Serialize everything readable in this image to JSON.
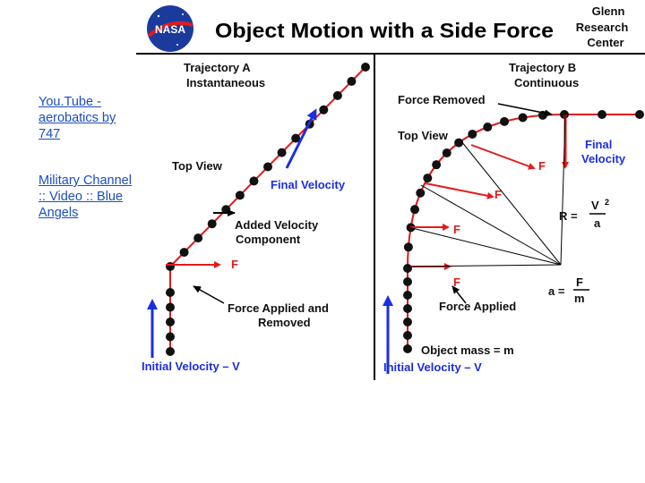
{
  "links": [
    {
      "label": "You.Tube - aerobatics by 747"
    },
    {
      "label": "Military Channel :: Video :: Blue Angels"
    }
  ],
  "header": {
    "logo": "NASA",
    "title": "Object  Motion  with a Side Force",
    "org": [
      "Glenn",
      "Research",
      "Center"
    ]
  },
  "diagram": {
    "trajectory_a": [
      "Trajectory   A",
      "Instantaneous"
    ],
    "trajectory_b": [
      "Trajectory   B",
      "Continuous"
    ],
    "force_removed": "Force Removed",
    "top_view_a": "Top  View",
    "top_view_b": "Top  View",
    "final_velocity_a": "Final  Velocity",
    "final_velocity_b": [
      "Final",
      "Velocity"
    ],
    "added_velocity": [
      "Added  Velocity",
      "Component"
    ],
    "force_applied_removed": [
      "Force Applied  and",
      "Removed"
    ],
    "initial_velocity_a": "Initial  Velocity – V",
    "initial_velocity_b": "Initial  Velocity – V",
    "force_applied_b": "Force  Applied",
    "object_mass": "Object mass = m",
    "force_symbol": "F",
    "radius_eq": {
      "lhs": "R =",
      "num": "V",
      "exp": "2",
      "den": "a"
    },
    "accel_eq": {
      "lhs": "a =",
      "num": "F",
      "den": "m"
    }
  },
  "colors": {
    "force": "#e21b1b",
    "velocity": "#1a2ee0",
    "link": "#1a4ec2"
  }
}
